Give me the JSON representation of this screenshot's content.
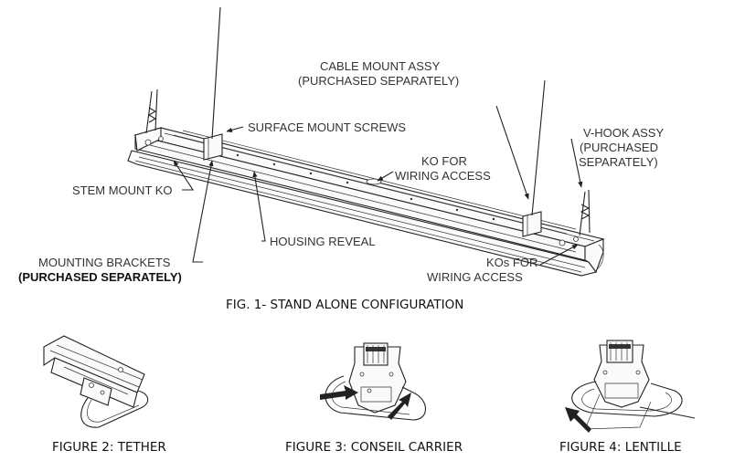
{
  "labels": {
    "surface_mount_screws": "SURFACE MOUNT SCREWS",
    "cable_mount_line1": "CABLE MOUNT ASSY",
    "cable_mount_line2": "(PURCHASED SEPARATELY)",
    "vhook_line1": "V-HOOK ASSY",
    "vhook_line2": "(PURCHASED",
    "vhook_line3": "SEPARATELY)",
    "ko_wiring_line1": "KO FOR",
    "ko_wiring_line2": "WIRING ACCESS",
    "stem_mount_ko": "STEM MOUNT KO",
    "housing_reveal": "HOUSING REVEAL",
    "kos_wiring_line1": "KOs FOR",
    "kos_wiring_line2": "WIRING ACCESS",
    "mounting_brackets_line1": "MOUNTING BRACKETS",
    "mounting_brackets_line2": "(PURCHASED SEPARATELY)"
  },
  "captions": {
    "fig1": "FIG. 1- STAND ALONE CONFIGURATION",
    "fig2": "FIGURE 2: TETHER",
    "fig3": "FIGURE 3: CONSEIL CARRIER",
    "fig4": "FIGURE 4: LENTILLE"
  }
}
